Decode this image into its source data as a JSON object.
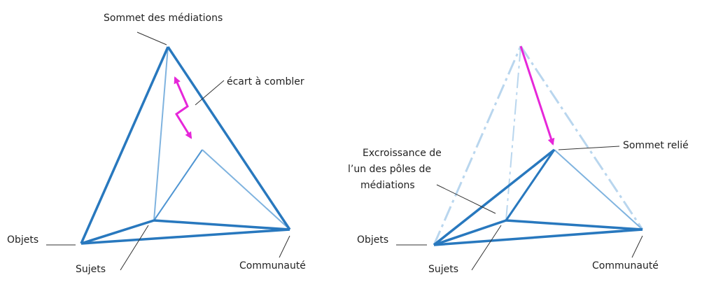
{
  "colors": {
    "edge_strong": "#2878be",
    "edge_light": "#7fb3df",
    "edge_faint": "#b9d6ee",
    "arrow": "#e627d9",
    "leader": "#333333",
    "text": "#222222"
  },
  "left_diagram": {
    "labels": {
      "apex": "Sommet des médiations",
      "gap": "écart à combler",
      "objects": "Objets",
      "subjects": "Sujets",
      "community": "Communauté"
    },
    "arrow": "double-headed zigzag arrow"
  },
  "right_diagram": {
    "labels": {
      "linked_apex": "Sommet relié",
      "outgrowth_line1": "Excroissance de",
      "outgrowth_line2": "l’un des pôles de",
      "outgrowth_line3": "médiations",
      "objects": "Objets",
      "subjects": "Sujets",
      "community": "Communauté"
    },
    "arrow": "downward arrow from original apex to linked apex"
  }
}
